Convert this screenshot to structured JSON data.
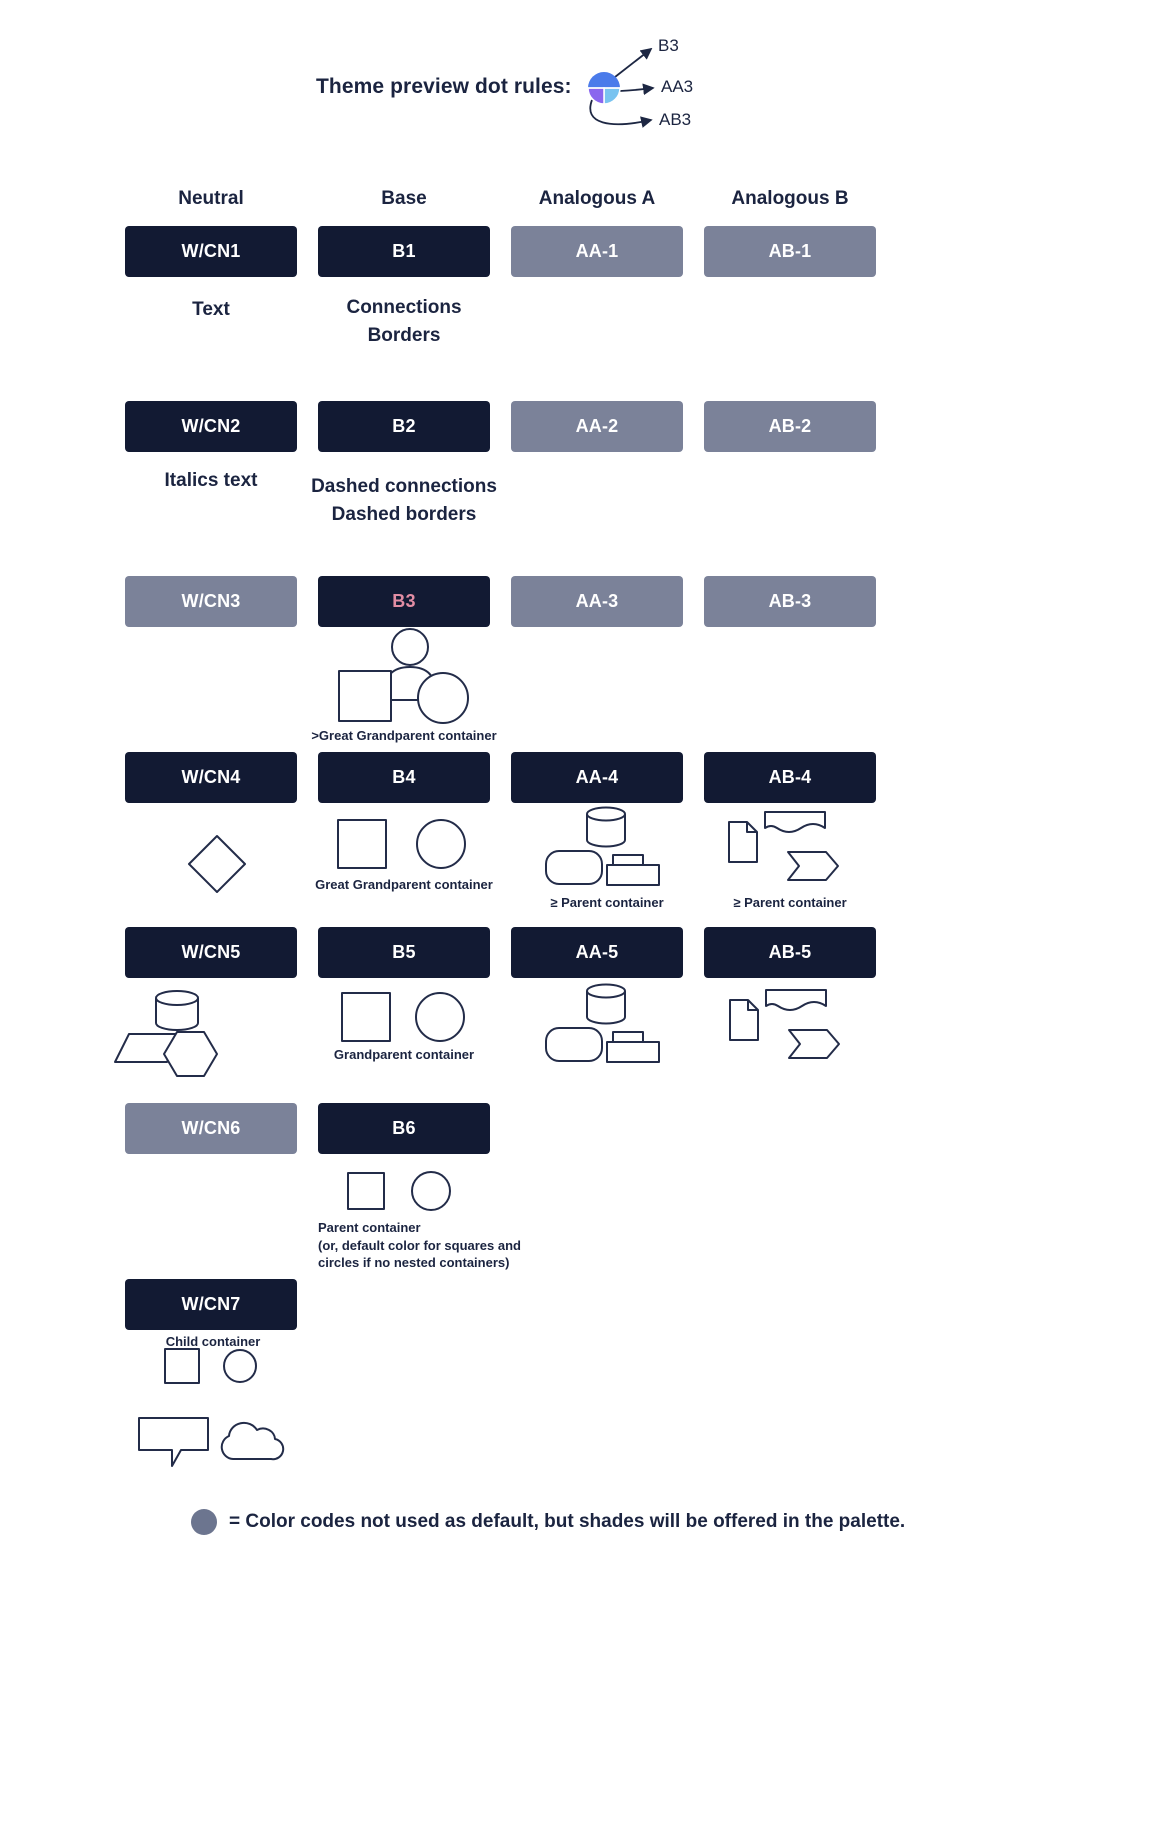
{
  "title": "Theme preview dot rules:",
  "dot_rules": {
    "b3": "B3",
    "aa3": "AA3",
    "ab3": "AB3"
  },
  "columns": {
    "neutral": "Neutral",
    "base": "Base",
    "analogous_a": "Analogous A",
    "analogous_b": "Analogous B"
  },
  "swatches": {
    "wcn1": "W/CN1",
    "b1": "B1",
    "aa1": "AA-1",
    "ab1": "AB-1",
    "wcn2": "W/CN2",
    "b2": "B2",
    "aa2": "AA-2",
    "ab2": "AB-2",
    "wcn3": "W/CN3",
    "b3": "B3",
    "aa3": "AA-3",
    "ab3": "AB-3",
    "wcn4": "W/CN4",
    "b4": "B4",
    "aa4": "AA-4",
    "ab4": "AB-4",
    "wcn5": "W/CN5",
    "b5": "B5",
    "aa5": "AA-5",
    "ab5": "AB-5",
    "wcn6": "W/CN6",
    "b6": "B6",
    "wcn7": "W/CN7"
  },
  "captions": {
    "wcn1": "Text",
    "b1_line1": "Connections",
    "b1_line2": "Borders",
    "wcn2": "Italics text",
    "b2_line1": "Dashed connections",
    "b2_line2": "Dashed borders",
    "b3": ">Great Grandparent container",
    "b4": "Great Grandparent container",
    "aa4": "≥  Parent container",
    "ab4": "≥ Parent container",
    "b5": "Grandparent container",
    "b6_line1": "Parent container",
    "b6_line2": "(or, default color for squares and",
    "b6_line3": "circles if no nested containers)",
    "wcn7": "Child container"
  },
  "legend": {
    "text": "= Color codes not used as default, but shades will be offered in the palette."
  },
  "colors": {
    "dark_navy": "#121a33",
    "slate": "#7b8299",
    "pink_label": "#e28da4",
    "legend_dot": "#6c758f",
    "dot_blue": "#4b7bea",
    "dot_purple": "#8a66ee",
    "dot_cyan": "#79c3f0",
    "shape_stroke": "#232c49"
  }
}
